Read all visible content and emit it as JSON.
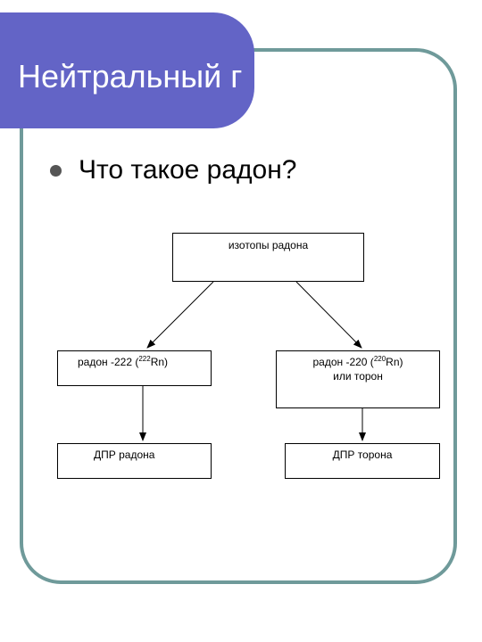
{
  "slide": {
    "title": "Нейтральный г",
    "bullet": "Что такое радон?"
  },
  "diagram": {
    "nodes": {
      "root": "изотопы радона",
      "rn222": {
        "prefix": "радон -222 (",
        "mass": "222",
        "symbol": "Rn)"
      },
      "rn220": {
        "prefix": "радон -220 (",
        "mass": "220",
        "symbol": "Rn)",
        "line2": "или торон"
      },
      "dpr_radon": "ДПР радона",
      "dpr_thoron": "ДПР торона"
    },
    "edges": [
      {
        "from": "root",
        "to": "rn222"
      },
      {
        "from": "root",
        "to": "rn220"
      },
      {
        "from": "rn222",
        "to": "dpr_radon"
      },
      {
        "from": "rn220",
        "to": "dpr_thoron"
      }
    ]
  },
  "colors": {
    "title_bar": "#6364c6",
    "frame_border": "#6f9a9a",
    "title_text": "#ffffff"
  }
}
